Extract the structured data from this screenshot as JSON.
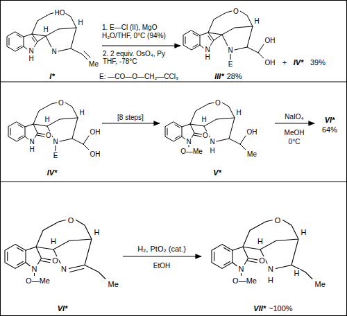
{
  "diagram": {
    "nodes": [
      {
        "text": [
          "I*"
        ]
      },
      {
        "text": [
          "III*",
          "28%"
        ]
      },
      {
        "text": [
          "IV*"
        ]
      },
      {
        "text": [
          "V*"
        ]
      },
      {
        "text": [
          "VI*",
          "64%"
        ]
      },
      {
        "text": [
          "VI*"
        ]
      },
      {
        "text": [
          "VII*",
          "~100%"
        ]
      }
    ],
    "edges": [
      {
        "from": 0,
        "to": 1,
        "arrow": "to",
        "label": "1. E—Cl (II), MgO H₂O/THF, 0°C (94%)"
      },
      {
        "from": 2,
        "to": 3,
        "arrow": "to",
        "label": "[8 steps]"
      },
      {
        "from": 3,
        "to": 4,
        "arrow": "to",
        "label": "NaIO₄"
      },
      {
        "from": 5,
        "to": 6,
        "arrow": "to",
        "label": "H₂, PtO₂ (cat.)"
      }
    ],
    "labels": [
      "2. 2 equiv. OsO₄, Py THF, -78°C",
      "E: —CO—O—CH₂—CCl₃",
      "+",
      "IV*",
      "39%",
      "MeOH",
      "0°C",
      "EtOH",
      "HO",
      "H",
      "H",
      "N",
      "H",
      "N",
      "Me",
      "O",
      "H",
      "N",
      "H",
      "N",
      "E",
      "OH",
      "OH",
      "O",
      "H",
      "H",
      "O",
      "N",
      "H",
      "N",
      "E",
      "OH",
      "OH",
      "O",
      "H",
      "H",
      "O",
      "N",
      "O—Me",
      "N",
      "H",
      "OH",
      "Me",
      "H",
      "O",
      "H",
      "O",
      "N",
      "O—Me",
      "N",
      "Me",
      "H",
      "O",
      "H",
      "H",
      "O",
      "N",
      "O—Me",
      "N",
      "H",
      "Me"
    ]
  }
}
